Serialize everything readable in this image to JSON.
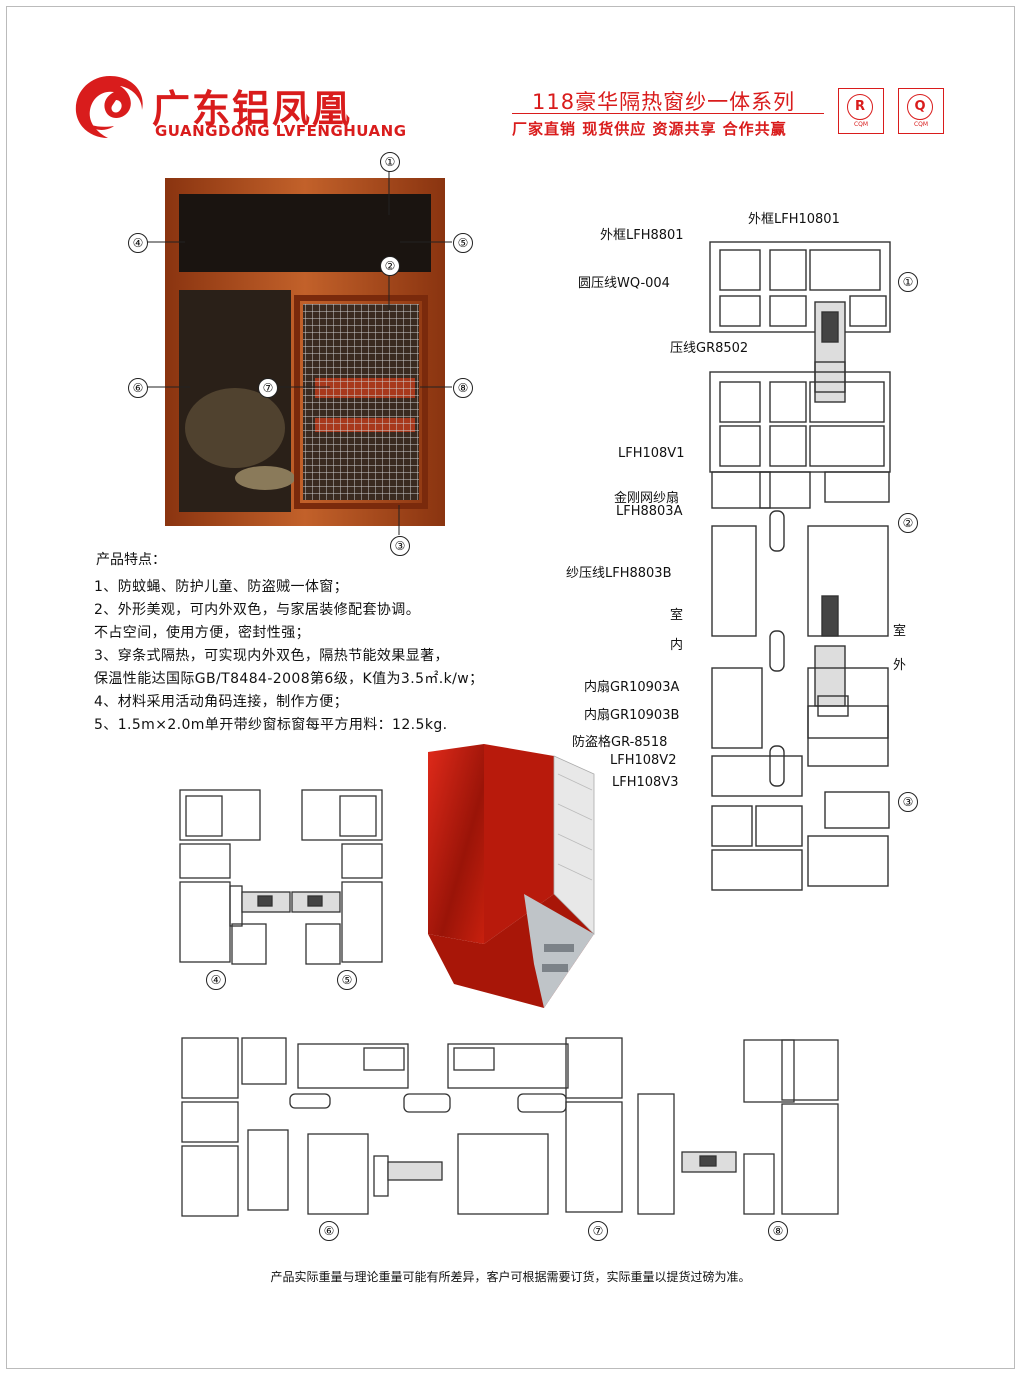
{
  "header": {
    "brand_cn": "广东铝凤凰",
    "brand_en": "GUANGDONG LVFENGHUANG",
    "series_title": "118豪华隔热窗纱一体系列",
    "slogan": "厂家直销  现货供应  资源共享  合作共赢",
    "cert1_letter": "R",
    "cert1_label": "CQM",
    "cert2_letter": "Q",
    "cert2_label": "CQM"
  },
  "features": {
    "title": "产品特点：",
    "lines": [
      "1、防蚊蝇、防护儿童、防盗贼一体窗；",
      "2、外形美观，可内外双色，与家居装修配套协调。",
      "    不占空间，使用方便，密封性强；",
      "3、穿条式隔热，可实现内外双色，隔热节能效果显著，",
      "    保温性能达国际GB/T8484-2008第6级，K值为3.5㎡.k/w；",
      "4、材料采用活动角码连接，制作方便；",
      "5、1.5m×2.0m单开带纱窗标窗每平方用料：12.5kg."
    ]
  },
  "window_markers": [
    "①",
    "②",
    "③",
    "④",
    "⑤",
    "⑥",
    "⑦",
    "⑧"
  ],
  "section_labels": {
    "outer_frame_a": "外框LFH8801",
    "outer_frame_b": "外框LFH10801",
    "bead": "圆压线WQ-004",
    "bead2": "压线GR8502",
    "mullion": "LFH108V1",
    "screen_sash": "金刚网纱扇",
    "screen_sash_code": "LFH8803A",
    "screen_bead": "纱压线LFH8803B",
    "indoor_1": "室",
    "indoor_2": "内",
    "outdoor_1": "室",
    "outdoor_2": "外",
    "inner_sash_a": "内扇GR10903A",
    "inner_sash_b": "内扇GR10903B",
    "anti_theft": "防盗格GR-8518",
    "v2": "LFH108V2",
    "v3": "LFH108V3"
  },
  "footer": "产品实际重量与理论重量可能有所差异，客户可根据需要订货，实际重量以提货过磅为准。",
  "colors": {
    "brand_red": "#d91c1c",
    "wood": "#b4501e",
    "wood_dark": "#7a2a0c"
  }
}
